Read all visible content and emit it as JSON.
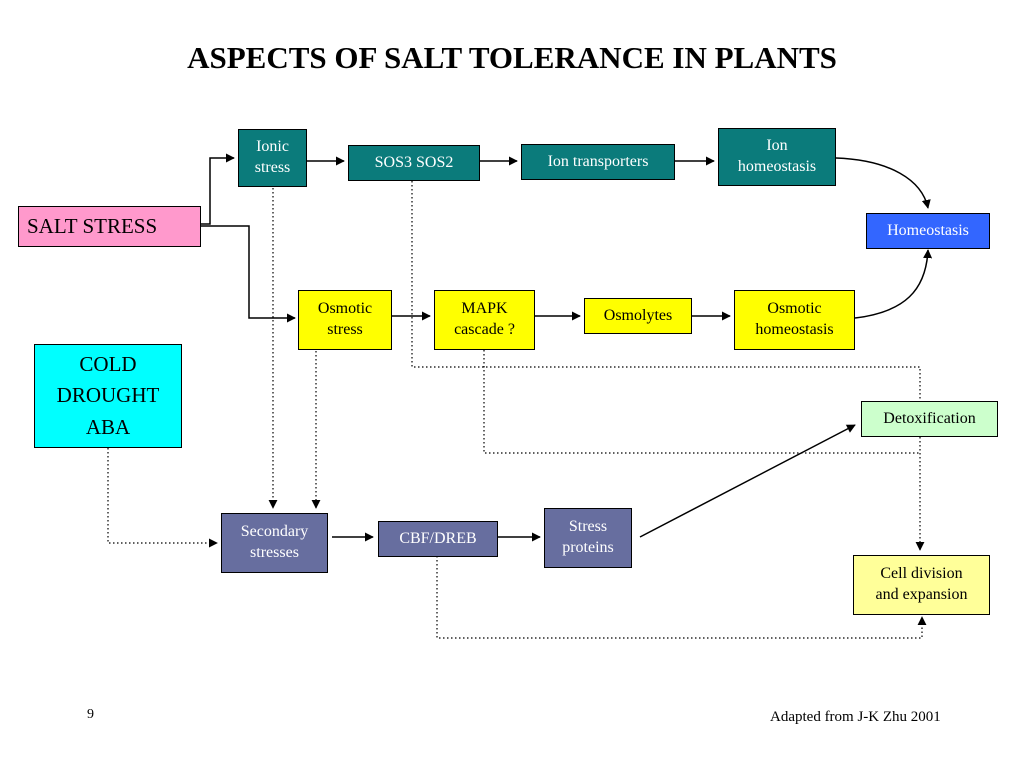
{
  "title": "ASPECTS OF SALT TOLERANCE IN PLANTS",
  "nodes": {
    "salt_stress": "SALT STRESS",
    "cold_drought_aba": "COLD\nDROUGHT\nABA",
    "ionic_stress": "Ionic\nstress",
    "sos": "SOS3   SOS2",
    "ion_transporters": "Ion transporters",
    "ion_homeostasis": "Ion\nhomeostasis",
    "homeostasis": "Homeostasis",
    "osmotic_stress": "Osmotic\nstress",
    "mapk_cascade": "MAPK\ncascade ?",
    "osmolytes": "Osmolytes",
    "osmotic_homeostasis": "Osmotic\nhomeostasis",
    "detoxification": "Detoxification",
    "secondary_stresses": "Secondary\nstresses",
    "cbf_dreb": "CBF/DREB",
    "stress_proteins": "Stress\nproteins",
    "cell_division": "Cell division\nand expansion"
  },
  "colors": {
    "teal": "#0b7b7b",
    "yellow": "#ffff00",
    "purple": "#676e9f",
    "pink": "#ff99cc",
    "cyan": "#00ffff",
    "blue": "#3366ff",
    "light_green": "#ccffcc",
    "light_yellow": "#ffff99"
  },
  "footer": {
    "page_number": "9",
    "source": "Adapted from J-K Zhu 2001"
  }
}
